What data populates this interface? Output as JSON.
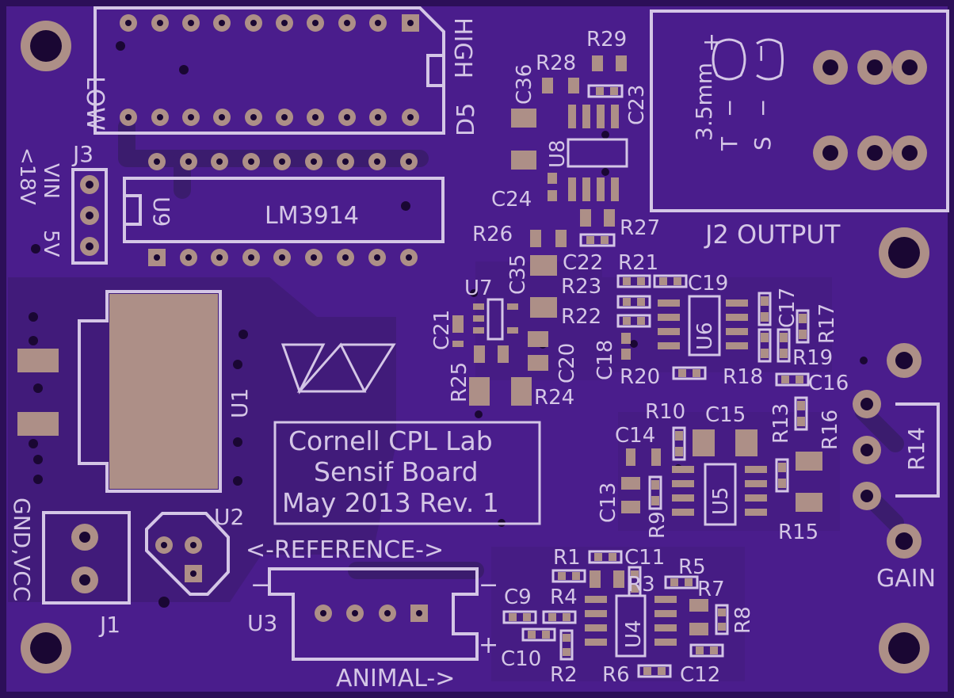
{
  "board": {
    "colors": {
      "soldermask": "#4a1d8c",
      "silkscreen": "#d4c6e6",
      "copper": "#ad8f87",
      "hole": "#1a0733"
    }
  },
  "labels": {
    "d5_high": "HIGH",
    "d5_low": "LOW",
    "d5": "D5",
    "u9": "U9",
    "lm3914": "LM3914",
    "j3": "J3",
    "vin": "VIN",
    "vin_range": "<18V",
    "five_v": "5V",
    "j2_output": "J2 OUTPUT",
    "jack_3_5mm": "3.5mm",
    "jack_plus": "+",
    "jack_minus": "−",
    "jack_t": "T",
    "jack_s": "S",
    "jack_dash1": "−",
    "jack_dash2": "−",
    "u1": "U1",
    "u2": "U2",
    "u3": "U3",
    "j1": "J1",
    "gnd_vcc": "GND,VCC",
    "reference": "<-REFERENCE->",
    "animal": "ANIMAL->",
    "u3_minus_left": "−",
    "u3_minus_right": "−",
    "u3_plus": "+",
    "gain": "GAIN",
    "r14": "R14",
    "title_line1": "Cornell CPL Lab",
    "title_line2": "Sensif Board",
    "title_line3": "May 2013 Rev. 1"
  },
  "components": {
    "c36": "C36",
    "r28": "R28",
    "r29": "R29",
    "c23": "C23",
    "u8": "U8",
    "c24": "C24",
    "r26": "R26",
    "r27": "R27",
    "c35": "C35",
    "c22": "C22",
    "r21": "R21",
    "u7": "U7",
    "r23": "R23",
    "c19": "C19",
    "c17": "C17",
    "r17": "R17",
    "r22": "R22",
    "u6": "U6",
    "c21": "C21",
    "c20": "C20",
    "c18": "C18",
    "r19": "R19",
    "r25": "R25",
    "r20": "R20",
    "r18": "R18",
    "c16": "C16",
    "r24": "R24",
    "r10": "R10",
    "c15": "C15",
    "r13": "R13",
    "r16": "R16",
    "c14": "C14",
    "c13": "C13",
    "u5": "U5",
    "r9": "R9",
    "r15": "R15",
    "r1": "R1",
    "c11": "C11",
    "r5": "R5",
    "r4": "R4",
    "r3": "R3",
    "r7": "R7",
    "c9": "C9",
    "u4": "U4",
    "r8": "R8",
    "c10": "C10",
    "r2": "R2",
    "r6": "R6",
    "c12": "C12"
  }
}
